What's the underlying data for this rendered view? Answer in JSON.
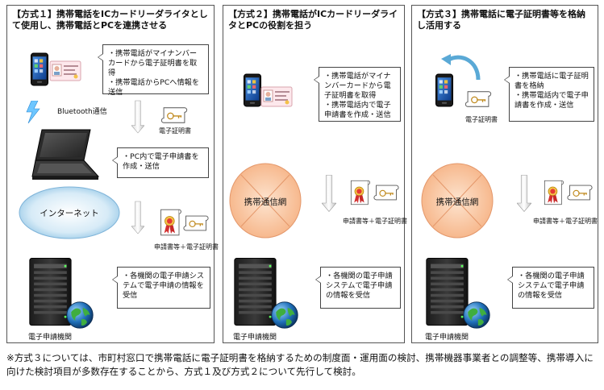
{
  "panels": [
    {
      "title": "【方式１】携帯電話をICカードリーダライタとして使用し、携帯電話とPCを連携させる",
      "callouts": [
        "・携帯電話がマイナンバーカードから電子証明書を取得\n・携帯電話からPCへ情報を送信",
        "・PC内で電子申請書を作成・送信",
        "・各機関の電子申請システムで電子申請の情報を受信"
      ],
      "bluetooth": "Bluetooth通信",
      "cert_label": "電子証明書",
      "internet": "インターネット",
      "app_cert_label": "申請書等＋電子証明書",
      "server_label": "電子申請機関"
    },
    {
      "title": "【方式２】携帯電話がICカードリーダライタとPCの役割を担う",
      "callouts": [
        "・携帯電話がマイナンバーカードから電子証明書を取得\n・携帯電話内で電子申請書を作成・送信",
        "・各機関の電子申請システムで電子申請の情報を受信"
      ],
      "network": "携帯通信網",
      "app_cert_label": "申請書等＋電子証明書",
      "server_label": "電子申請機関"
    },
    {
      "title": "【方式３】携帯電話に電子証明書等を格納し活用する",
      "callouts": [
        "・携帯電話に電子証明書を格納\n・携帯電話内で電子申請書を作成・送信",
        "・各機関の電子申請システムで電子申請の情報を受信"
      ],
      "cert_label": "電子証明書",
      "network": "携帯通信網",
      "app_cert_label": "申請書等＋電子証明書",
      "server_label": "電子申請機関"
    }
  ],
  "footnote": "※方式３については、市町村窓口で携帯電話に電子証明書を格納するための制度面・運用面の検討、携帯機器事業者との調整等、携帯導入に向けた検討項目が多数存在することから、方式１及び方式２について先行して検討。"
}
